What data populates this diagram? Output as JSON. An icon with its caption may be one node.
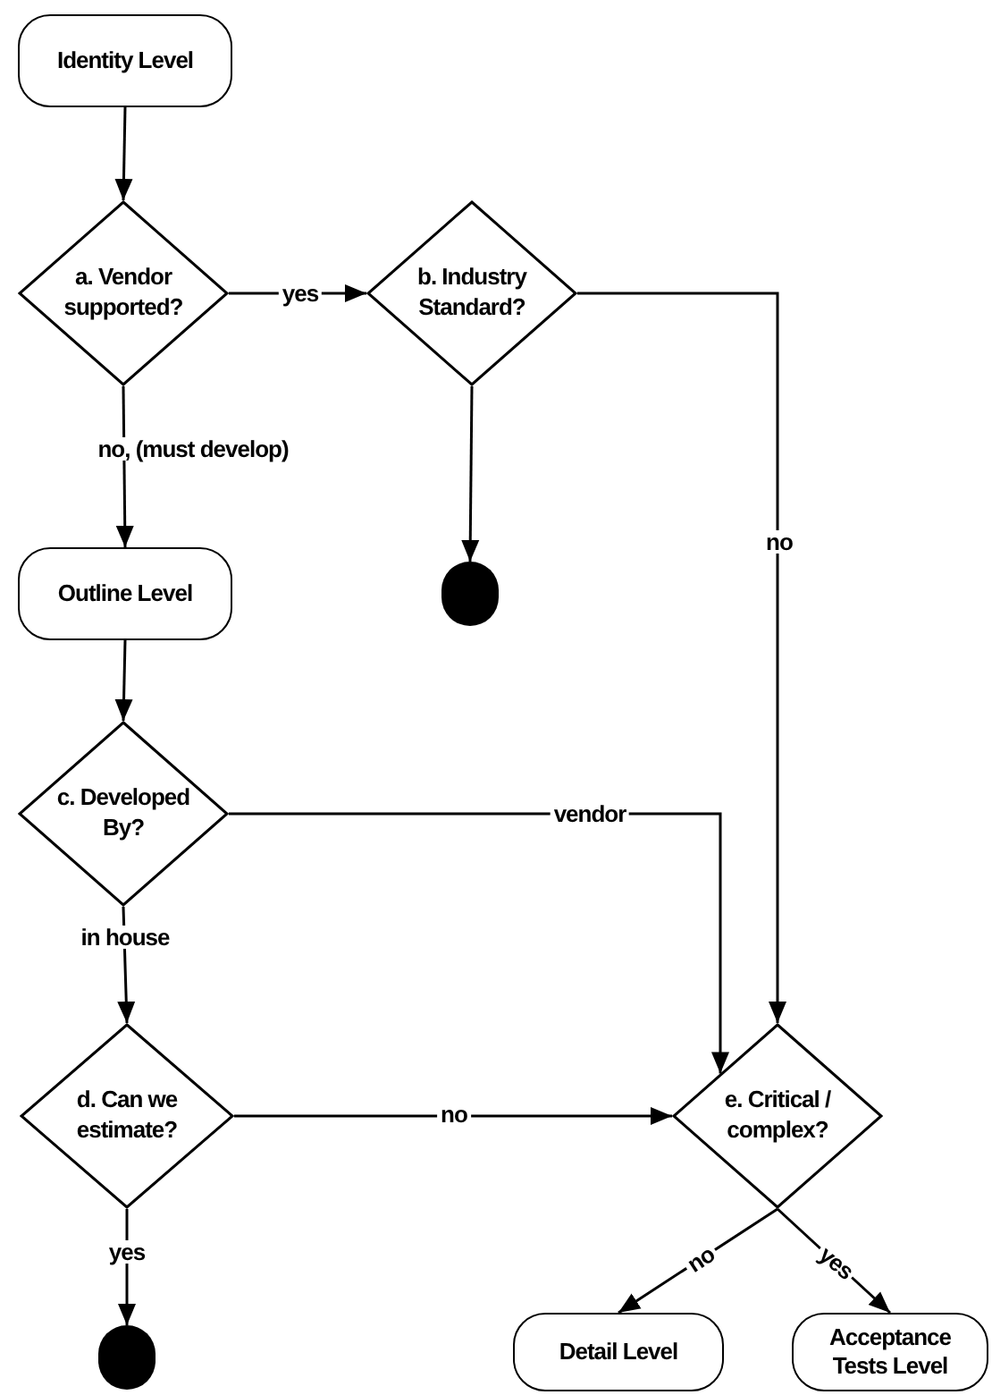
{
  "diagram": {
    "nodes": [
      {
        "text": [
          "Identity Level"
        ]
      },
      {
        "text": [
          "a. Vendor supported?"
        ]
      },
      {
        "text": [
          "b. Industry Standard?"
        ]
      },
      {
        "text": [],
        "shape": "circle"
      },
      {
        "text": [
          "Outline Level"
        ]
      },
      {
        "text": [
          "c. Developed By?"
        ]
      },
      {
        "text": [
          "d. Can we estimate?"
        ]
      },
      {
        "text": [
          "e. Critical / complex?"
        ]
      },
      {
        "text": [],
        "shape": "circle"
      },
      {
        "text": [
          "Detail Level"
        ]
      },
      {
        "text": [
          "Acceptance Tests Level"
        ]
      }
    ],
    "edges": [
      {
        "from": 0,
        "to": 1,
        "arrow": "to"
      },
      {
        "from": 1,
        "to": 2,
        "arrow": "to",
        "label": "yes"
      },
      {
        "from": 1,
        "to": 4,
        "arrow": "to",
        "label": "no, (must develop)"
      },
      {
        "from": 2,
        "to": 3,
        "arrow": "to"
      },
      {
        "from": 2,
        "to": 7,
        "arrow": "to",
        "label": "no"
      },
      {
        "from": 4,
        "to": 5,
        "arrow": "to"
      },
      {
        "from": 5,
        "to": 7,
        "arrow": "to",
        "label": "vendor"
      },
      {
        "from": 5,
        "to": 6,
        "arrow": "to",
        "label": "in house"
      },
      {
        "from": 6,
        "to": 7,
        "arrow": "to",
        "label": "no"
      },
      {
        "from": 6,
        "to": 8,
        "arrow": "to",
        "label": "yes"
      },
      {
        "from": 7,
        "to": 9,
        "arrow": "to",
        "label": "no"
      },
      {
        "from": 7,
        "to": 10,
        "arrow": "to",
        "label": "yes"
      }
    ]
  }
}
